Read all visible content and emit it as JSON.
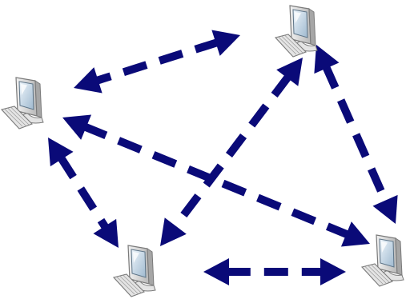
{
  "diagram": {
    "type": "network-topology",
    "nodes": [
      {
        "id": "top-right",
        "icon": "desktop-computer-icon"
      },
      {
        "id": "left",
        "icon": "desktop-computer-icon"
      },
      {
        "id": "bottom-middle",
        "icon": "desktop-computer-icon"
      },
      {
        "id": "bottom-right",
        "icon": "desktop-computer-icon"
      }
    ],
    "connections": [
      {
        "from": "top-right",
        "to": "left",
        "direction": "both",
        "style": "dashed-arrow"
      },
      {
        "from": "top-right",
        "to": "bottom-middle",
        "direction": "both",
        "style": "dashed-arrow"
      },
      {
        "from": "top-right",
        "to": "bottom-right",
        "direction": "both",
        "style": "dashed-arrow"
      },
      {
        "from": "left",
        "to": "bottom-right",
        "direction": "both",
        "style": "dashed-arrow"
      },
      {
        "from": "left",
        "to": "bottom-middle",
        "direction": "both",
        "style": "dashed-arrow"
      },
      {
        "from": "bottom-middle",
        "to": "bottom-right",
        "direction": "both",
        "style": "dashed-arrow"
      }
    ],
    "colors": {
      "arrow": "#0a0a78",
      "monitor_body": "#d6d6d6",
      "monitor_outline": "#7a7a7a",
      "screen": "#cfe0ef",
      "screen_glare": "#ffffff",
      "keyboard": "#e4e4e4"
    }
  }
}
